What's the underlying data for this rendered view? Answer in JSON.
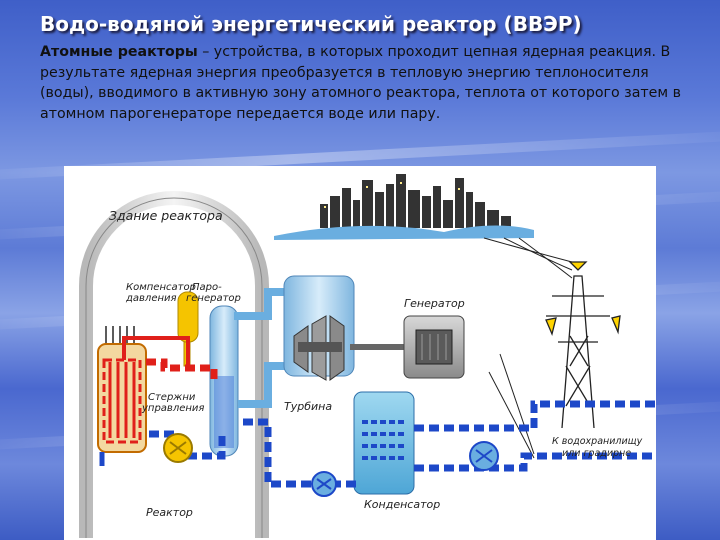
{
  "slide": {
    "title": "Водо-водяной энергетический реактор (ВВЭР)",
    "lead_term": "Атомные реакторы",
    "lead_text": " – устройства, в которых проходит цепная ядерная реакция. В результате ядерная энергия преобразуется в тепловую энергию теплоносителя (воды), вводимого в активную зону атомного реактора, теплота от которого затем в атомном парогенераторе передается воде или пару."
  },
  "diagram": {
    "labels": {
      "building": "Здание реактора",
      "pressurizer_1": "Компенсатор",
      "pressurizer_2": "давления",
      "steam_gen_1": "Паро-",
      "steam_gen_2": "генератор",
      "generator": "Генератор",
      "control_rods_1": "Стержни",
      "control_rods_2": "управления",
      "reactor": "Реактор",
      "turbine": "Турбина",
      "condenser": "Конденсатор",
      "cooling_1": "К водохранилищу",
      "cooling_2": "или градирне"
    },
    "colors": {
      "hot_loop": "#e0201a",
      "cold_loop": "#1d48c8",
      "steam": "#6aaee0",
      "water": "#7cc8e8",
      "building_wall": "#d8d8d8",
      "pressurizer": "#f5c400"
    }
  }
}
